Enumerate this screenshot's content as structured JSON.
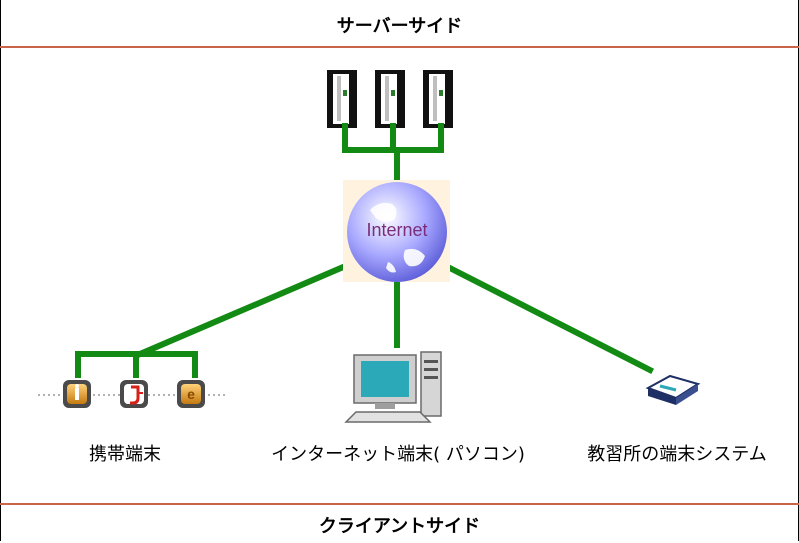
{
  "header": {
    "title": "サーバーサイド"
  },
  "footer": {
    "title": "クライアントサイド"
  },
  "globe": {
    "label": "Internet"
  },
  "clients": {
    "mobile": "携帯端末",
    "pc": "インターネット端末( パソコン)",
    "school": "教習所の端末システム"
  },
  "colors": {
    "connector": "#138a13",
    "rule": "#c9644a",
    "globe": "#7a7ae6",
    "globe_label": "#7a2d7a"
  },
  "icons": {
    "servers": "server-tower-icon",
    "globe": "globe-icon",
    "mobile_1": "mobile-carrier-i-mode-icon",
    "mobile_2": "mobile-carrier-j-phone-icon",
    "mobile_3": "mobile-carrier-ezweb-icon",
    "pc": "desktop-computer-icon",
    "school": "terminal-device-icon"
  }
}
